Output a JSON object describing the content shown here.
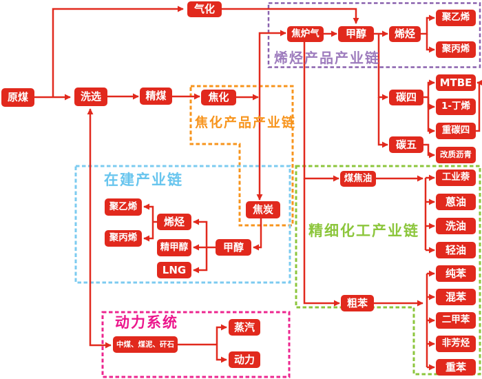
{
  "diagram": {
    "regions": {
      "olefin": {
        "label": "烯烃产品产业链"
      },
      "coking": {
        "label": "焦化产品产业链"
      },
      "construction": {
        "label": "在建产业链"
      },
      "fine_chemical": {
        "label": "精细化工产业链"
      },
      "power": {
        "label": "动力系统"
      }
    },
    "nodes": {
      "raw_coal": {
        "label": "原煤"
      },
      "washing": {
        "label": "洗选"
      },
      "clean_coal": {
        "label": "精煤"
      },
      "coking_unit": {
        "label": "焦化"
      },
      "gasification": {
        "label": "气化"
      },
      "coke_oven_gas": {
        "label": "焦炉气"
      },
      "methanol_top": {
        "label": "甲醇"
      },
      "olefin_top": {
        "label": "烯烃"
      },
      "polyethylene_top": {
        "label": "聚乙烯"
      },
      "polypropylene_top": {
        "label": "聚丙烯"
      },
      "c4": {
        "label": "碳四"
      },
      "c5": {
        "label": "碳五"
      },
      "mtbe": {
        "label": "MTBE"
      },
      "butene_1": {
        "label": "1-丁烯"
      },
      "heavy_c4": {
        "label": "重碳四"
      },
      "modified_pitch": {
        "label": "改质沥青"
      },
      "coal_tar": {
        "label": "煤焦油"
      },
      "industrial_naphthalene": {
        "label": "工业萘"
      },
      "anthracene_oil": {
        "label": "蒽油"
      },
      "wash_oil": {
        "label": "洗油"
      },
      "light_oil": {
        "label": "轻油"
      },
      "crude_benzene": {
        "label": "粗苯"
      },
      "pure_benzene": {
        "label": "纯苯"
      },
      "mixed_benzene": {
        "label": "混苯"
      },
      "xylene": {
        "label": "二甲苯"
      },
      "non_aromatics": {
        "label": "非芳烃"
      },
      "heavy_benzene": {
        "label": "重苯"
      },
      "coke": {
        "label": "焦炭"
      },
      "polyethylene_mid": {
        "label": "聚乙烯"
      },
      "polypropylene_mid": {
        "label": "聚丙烯"
      },
      "olefin_mid": {
        "label": "烯烃"
      },
      "refined_methanol": {
        "label": "精甲醇"
      },
      "lng": {
        "label": "LNG"
      },
      "methanol_mid": {
        "label": "甲醇"
      },
      "middlings_slime_gangue": {
        "label": "中煤、煤泥、矸石"
      },
      "steam": {
        "label": "蒸汽"
      },
      "power_unit": {
        "label": "动力"
      }
    },
    "colors": {
      "node_red": "#e1291d",
      "olefin_purple": "#8a62ae",
      "coking_orange": "#f7941d",
      "construction_blue": "#7ccbf0",
      "fine_chemical_green": "#8cc63c",
      "power_magenta": "#ec268f"
    }
  }
}
